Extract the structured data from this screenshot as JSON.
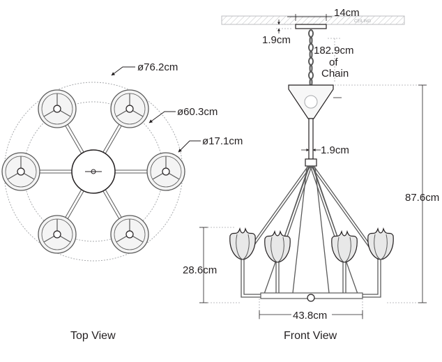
{
  "views": {
    "top_caption": "Top View",
    "front_caption": "Front View"
  },
  "top_view": {
    "dia_outer": "ø76.2cm",
    "dia_middle": "ø60.3cm",
    "dia_shade": "ø17.1cm"
  },
  "front_view": {
    "canopy_width": "14cm",
    "canopy_height": "1.9cm",
    "chain_length": "182.9cm",
    "chain_of": "of",
    "chain_word": "Chain",
    "stem_diameter": "1.9cm",
    "overall_height": "87.6cm",
    "arm_height": "28.6cm",
    "width": "43.8cm",
    "ceiling_label": "CEILING"
  },
  "colors": {
    "line": "#231f20",
    "guide": "#a7a9ac",
    "fixture": "#5a5a5a",
    "ceiling_hatch": "#bcbec0"
  }
}
